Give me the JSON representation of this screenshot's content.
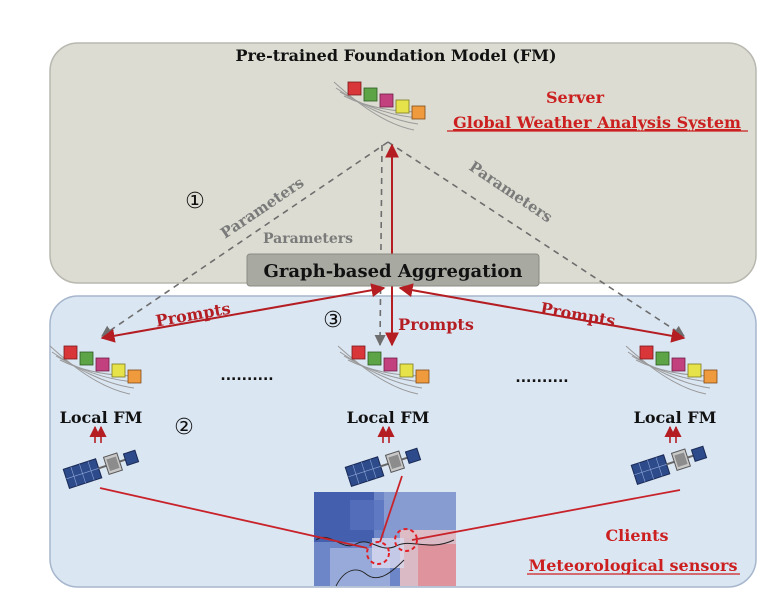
{
  "server": {
    "title": "Pre-trained Foundation Model (FM)",
    "label_line1": "Server",
    "label_line2": "Global Weather Analysis System"
  },
  "aggregation": {
    "label": "Graph-based Aggregation"
  },
  "flows": {
    "parameters_left": "Parameters",
    "parameters_center": "Parameters",
    "parameters_right": "Parameters",
    "prompts_left": "Prompts",
    "prompts_center": "Prompts",
    "prompts_right": "Prompts"
  },
  "steps": {
    "step1": "①",
    "step2": "②",
    "step3": "③"
  },
  "clients": {
    "local_fm_label": "Local FM",
    "ellipsis": "..........",
    "label_line1": "Clients",
    "label_line2": "Meteorological sensors"
  },
  "colors": {
    "server_bg": "#dcdcd2",
    "client_bg": "#dbe6f3",
    "arrow_red": "#b41e23",
    "arrow_gray": "#6e6e6e",
    "text_red": "#cc2020",
    "aggregation_bg": "#a8aaa2"
  }
}
